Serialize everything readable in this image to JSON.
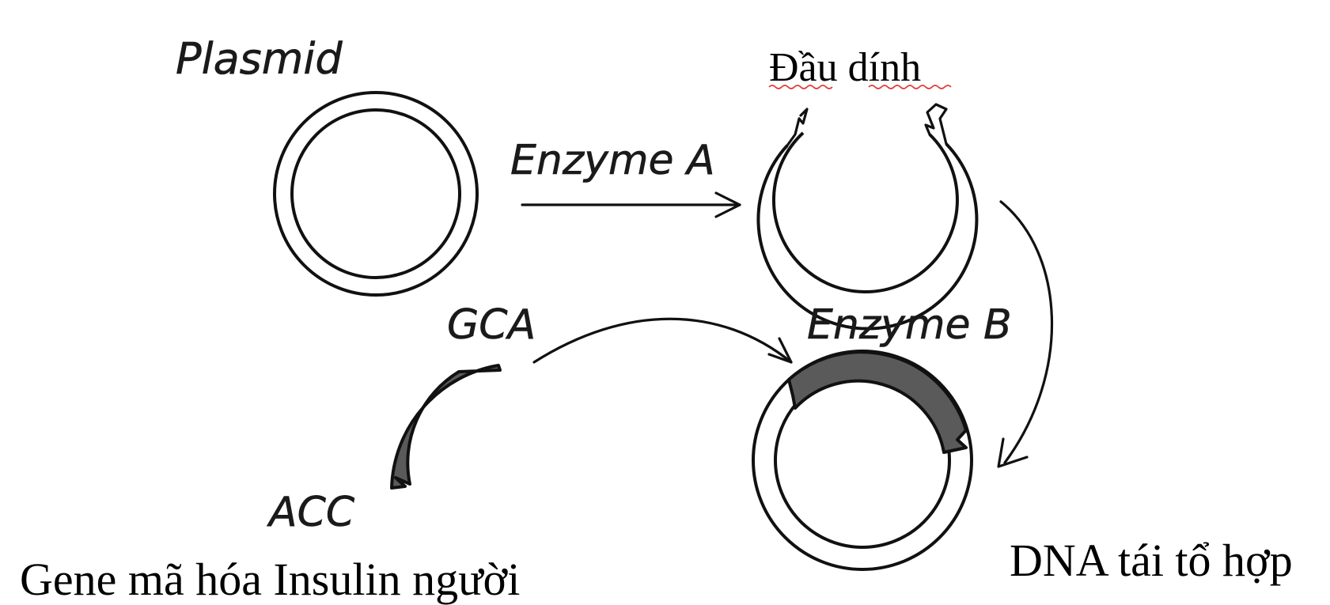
{
  "labels": {
    "plasmid": "Plasmid",
    "enzyme_a": "Enzyme A",
    "sticky_ends": "Đầu dính",
    "gca": "GCA",
    "enzyme_b": "Enzyme B",
    "acc": "ACC",
    "gene": "Gene mã hóa Insulin người",
    "recombinant_dna": "DNA tái tổ hợp"
  },
  "colors": {
    "stroke": "#111111",
    "gene_fill": "#5a5a5a",
    "ring_fill": "#ffffff",
    "spellcheck_underline": "#e03a3a"
  }
}
